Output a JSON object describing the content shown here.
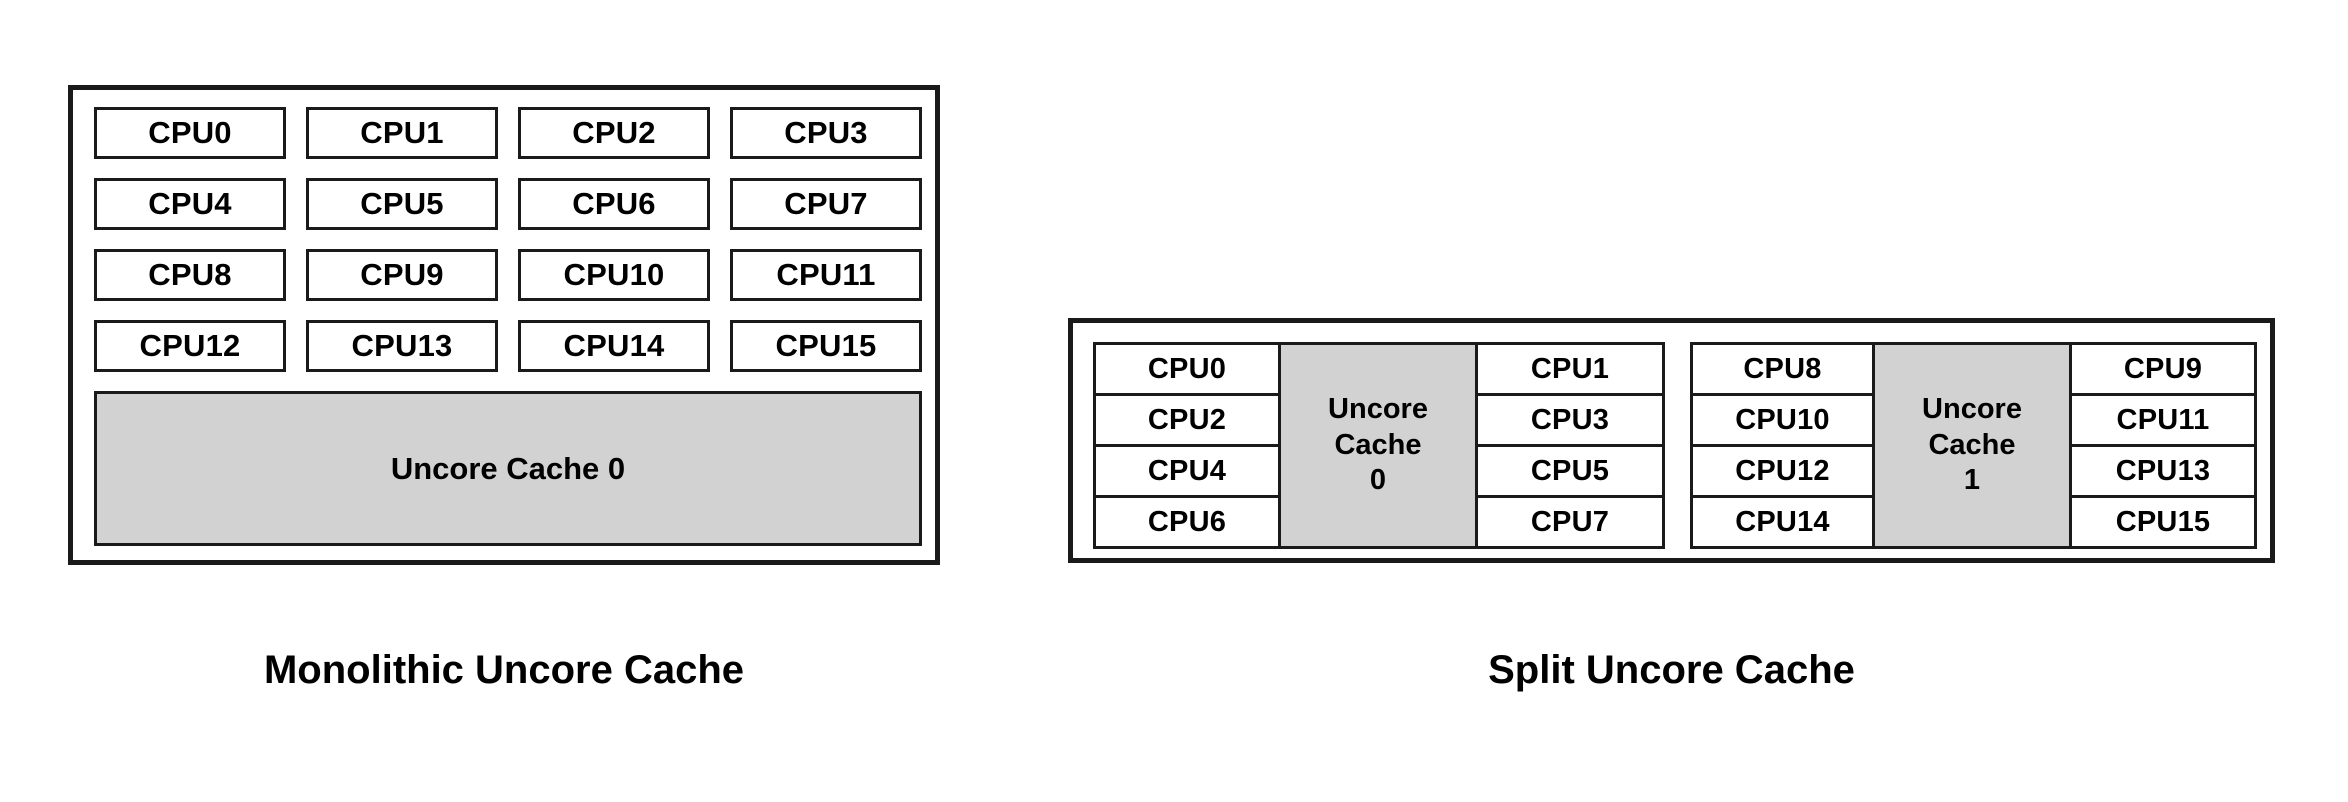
{
  "figure": {
    "background_color": "#ffffff",
    "line_color": "#1a1a1a",
    "cache_fill_color": "#d2d2d2",
    "text_color": "#000000"
  },
  "panels": [
    {
      "id": "monolithic",
      "caption": "Monolithic Uncore Cache",
      "cpu_rows": [
        [
          "CPU0",
          "CPU1",
          "CPU2",
          "CPU3"
        ],
        [
          "CPU4",
          "CPU5",
          "CPU6",
          "CPU7"
        ],
        [
          "CPU8",
          "CPU9",
          "CPU10",
          "CPU11"
        ],
        [
          "CPU12",
          "CPU13",
          "CPU14",
          "CPU15"
        ]
      ],
      "cache_label": "Uncore Cache 0"
    },
    {
      "id": "split",
      "caption": "Split Uncore Cache",
      "groups": [
        {
          "left_column": [
            "CPU0",
            "CPU2",
            "CPU4",
            "CPU6"
          ],
          "cache_lines": [
            "Uncore",
            "Cache",
            "0"
          ],
          "right_column": [
            "CPU1",
            "CPU3",
            "CPU5",
            "CPU7"
          ]
        },
        {
          "left_column": [
            "CPU8",
            "CPU10",
            "CPU12",
            "CPU14"
          ],
          "cache_lines": [
            "Uncore",
            "Cache",
            "1"
          ],
          "right_column": [
            "CPU9",
            "CPU11",
            "CPU13",
            "CPU15"
          ]
        }
      ]
    }
  ]
}
